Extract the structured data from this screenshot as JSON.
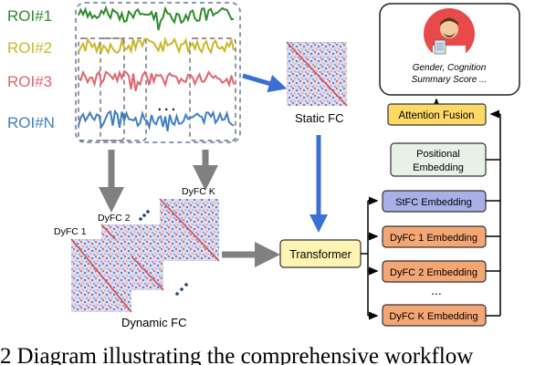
{
  "rois": [
    {
      "label": "ROI#1",
      "color": "#2e8b2e"
    },
    {
      "label": "ROI#2",
      "color": "#c9b82a"
    },
    {
      "label": "ROI#3",
      "color": "#e0646e"
    },
    {
      "label": "ROI#N",
      "color": "#3f7fc0"
    }
  ],
  "roi_ellipsis": "...",
  "static_fc_label": "Static FC",
  "dynamic_fc_label": "Dynamic FC",
  "dyfc_labels": {
    "first": "DyFC 1",
    "second": "DyFC 2",
    "last": "DyFC K"
  },
  "transformer_label": "Transformer",
  "attention_fusion_label": "Attention Fusion",
  "positional_embedding_line1": "Positional",
  "positional_embedding_line2": "Embedding",
  "stfc_embedding_label": "StFC Embedding",
  "dyfc_embedding_labels": [
    "DyFC 1 Embedding",
    "DyFC 2 Embedding",
    "DyFC K Embedding"
  ],
  "embedding_ellipsis": "...",
  "output_line1": "Gender, Cognition",
  "output_line2": "Summary Score ...",
  "caption_number": "2",
  "caption_text": "Diagram illustrating the comprehensive workflow",
  "colors": {
    "arrow_blue": "#3b6fd4",
    "arrow_gray": "#808080",
    "transformer_fill": "#fff4b3",
    "attention_fill": "#ffd966",
    "positional_fill": "#e8f0e8",
    "stfc_fill": "#a9b0e8",
    "dyfc_fill": "#f4a775",
    "dashed_border": "#7a8fb0"
  }
}
